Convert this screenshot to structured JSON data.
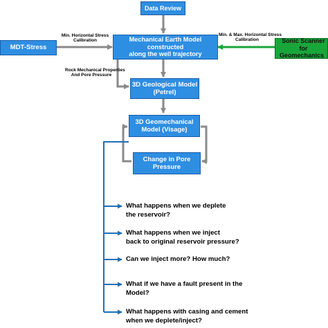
{
  "nodes": {
    "data_review": "Data Review",
    "mem": [
      "Mechanical Earth Model constructed",
      "along the well trajectory"
    ],
    "mdt": "MDT-Stress",
    "sonic": [
      "Sonic Scanner for",
      "Geomechanics"
    ],
    "geo3d": [
      "3D Geological Model",
      "(Petrel)"
    ],
    "geomech3d": [
      "3D Geomechanical",
      "Model (Visage)"
    ],
    "pore": [
      "Change in Pore",
      "Pressure"
    ]
  },
  "edge_labels": {
    "mdt_to_mem": [
      "Min. Horizontal Stress",
      "Calibration"
    ],
    "sonic_to_mem": [
      "Min. & Max. Horizontal Stress",
      "Calibration"
    ],
    "mem_to_geo": [
      "Rock Mechanical Properties",
      "And Pore Pressure"
    ]
  },
  "questions": [
    [
      "What happens when we deplete",
      "the reservoir?"
    ],
    [
      "What happens when we inject",
      "back to original reservoir pressure?"
    ],
    [
      "Can we inject more? How much?"
    ],
    [
      "What if we have a fault present in the",
      "Model?"
    ],
    [
      "What happens with casing and cement",
      "when we deplete/inject?"
    ]
  ],
  "colors": {
    "box_blue": "#2e8ee2",
    "box_green": "#1aa53a",
    "arrow_grey": "#8a8a8a",
    "arrow_green": "#1aa53a",
    "bracket_blue": "#1f6fb8"
  }
}
